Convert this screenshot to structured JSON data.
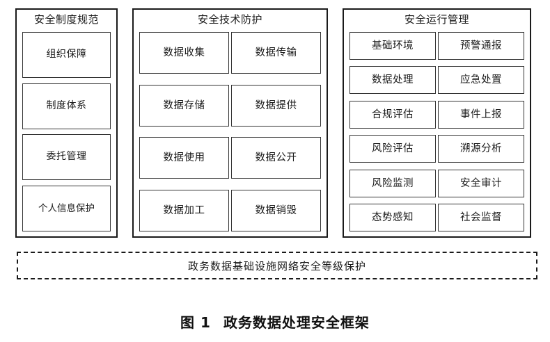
{
  "figure": {
    "caption_prefix": "图 1",
    "caption_title": "政务数据处理安全框架"
  },
  "panels": [
    {
      "id": "security-system-norms",
      "title": "安全制度规范",
      "layout": "single-column",
      "cards": [
        "组织保障",
        "制度体系",
        "委托管理",
        "个人信息保护"
      ]
    },
    {
      "id": "security-technical-protection",
      "title": "安全技术防护",
      "layout": "two-column",
      "cards": [
        "数据收集",
        "数据传输",
        "数据存储",
        "数据提供",
        "数据使用",
        "数据公开",
        "数据加工",
        "数据销毁"
      ]
    },
    {
      "id": "security-operation-management",
      "title": "安全运行管理",
      "layout": "two-column",
      "cards": [
        "基础环境",
        "预警通报",
        "数据处理",
        "应急处置",
        "合规评估",
        "事件上报",
        "风险评估",
        "溯源分析",
        "风险监测",
        "安全审计",
        "态势感知",
        "社会监督"
      ]
    }
  ],
  "foundation": {
    "label": "政务数据基础设施网络安全等级保护"
  },
  "colors": {
    "background": "#ffffff",
    "panel_border": "#1a1a1a",
    "card_border": "#333333",
    "text": "#1a1a1a",
    "caption_text": "#111111"
  }
}
